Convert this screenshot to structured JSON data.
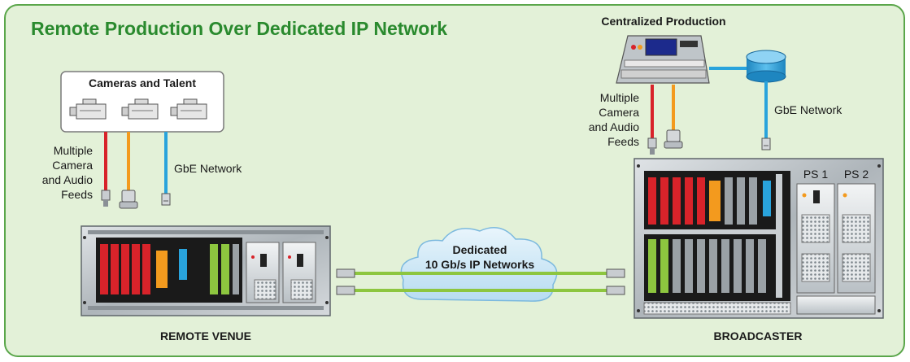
{
  "title": "Remote Production Over Dedicated IP Network",
  "cameras_box_label": "Cameras and Talent",
  "venue": {
    "feeds_label_lines": [
      "Multiple",
      "Camera",
      "and Audio",
      "Feeds"
    ],
    "network_label": "GbE Network",
    "caption": "REMOTE VENUE"
  },
  "cloud": {
    "label_lines": [
      "Dedicated",
      "10 Gb/s IP Networks"
    ]
  },
  "broadcaster": {
    "production_label": "Centralized Production",
    "feeds_label_lines": [
      "Multiple",
      "Camera",
      "and Audio",
      "Feeds"
    ],
    "network_label": "GbE Network",
    "ps1_label": "PS 1",
    "ps2_label": "PS 2",
    "caption": "BROADCASTER"
  },
  "colors": {
    "background": "#e3f1d8",
    "border": "#5aa64a",
    "title": "#2a8a2e",
    "red_card": "#d8232a",
    "orange_card": "#f39a1e",
    "blue_card": "#29a3dc",
    "green_card": "#8dc63f",
    "fiber": "#8dc63f",
    "cloud": "#cfe8f6"
  }
}
